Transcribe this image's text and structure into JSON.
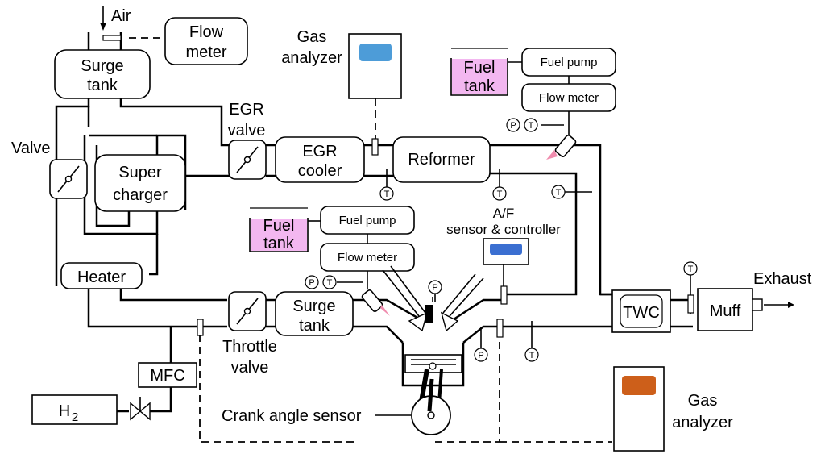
{
  "labels": {
    "air": "Air",
    "flow_meter_top_1": "Flow",
    "flow_meter_top_2": "meter",
    "surge_tank_top_1": "Surge",
    "surge_tank_top_2": "tank",
    "gas_analyzer_top_1": "Gas",
    "gas_analyzer_top_2": "analyzer",
    "fuel_tank_1a": "Fuel",
    "fuel_tank_1b": "tank",
    "fuel_pump_1": "Fuel pump",
    "flow_meter_1": "Flow meter",
    "egr_valve_1": "EGR",
    "egr_valve_2": "valve",
    "valve": "Valve",
    "super_charger_1": "Super",
    "super_charger_2": "charger",
    "egr_cooler_1": "EGR",
    "egr_cooler_2": "cooler",
    "reformer": "Reformer",
    "fuel_tank_2a": "Fuel",
    "fuel_tank_2b": "tank",
    "fuel_pump_2": "Fuel pump",
    "flow_meter_2": "Flow meter",
    "af_1": "A/F",
    "af_2": "sensor & controller",
    "heater": "Heater",
    "surge_tank_bot_1": "Surge",
    "surge_tank_bot_2": "tank",
    "throttle_1": "Throttle",
    "throttle_2": "valve",
    "mfc": "MFC",
    "h2": "H",
    "h2_sub": "2",
    "crank": "Crank angle sensor",
    "twc": "TWC",
    "muff": "Muff",
    "exhaust": "Exhaust",
    "gas_analyzer_bot_1": "Gas",
    "gas_analyzer_bot_2": "analyzer",
    "sensor_p": "P",
    "sensor_t": "T"
  },
  "colors": {
    "fuel_tank": "#f3b7f0",
    "analyzer_top_screen": "#4d9cd8",
    "af_screen": "#3b6fd1",
    "analyzer_bot_screen": "#cd5f1a",
    "injector_spray": "#f08cae"
  }
}
